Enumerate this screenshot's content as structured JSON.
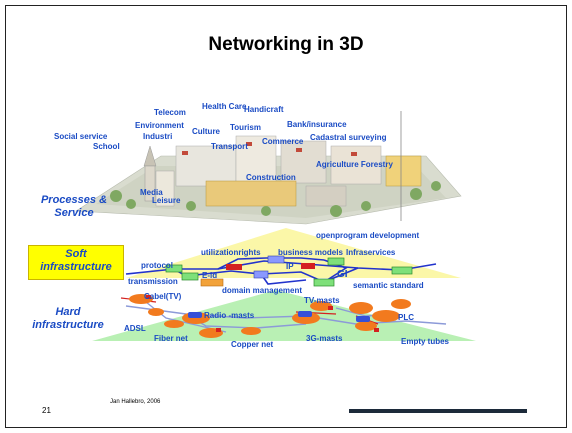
{
  "title": "Networking in 3D",
  "service_labels": {
    "telecom": "Telecom",
    "health_care": "Health Care",
    "handicraft": "Handicraft",
    "environment": "Environment",
    "culture": "Culture",
    "tourism": "Tourism",
    "bank_insurance": "Bank/insurance",
    "social_service": "Social service",
    "industri": "Industri",
    "cadastral_surveying": "Cadastral  surveying",
    "school": "School",
    "transport": "Transport",
    "commerce": "Commerce",
    "agriculture_forestry": "Agriculture Forestry",
    "construction": "Construction",
    "media": "Media",
    "leisure": "Leisure"
  },
  "section_labels": {
    "processes_line1": "Processes &",
    "processes_line2": "Service",
    "soft_line1": "Soft",
    "soft_line2": "infrastructure",
    "hard_line1": "Hard",
    "hard_line2": "infrastructure"
  },
  "soft_labels": {
    "openprogram": "openprogram development",
    "utilizationrights": "utilizationrights",
    "business_models": "business models",
    "infraservices": "Infraservices",
    "protocol": "protocol",
    "ip": "IP",
    "eid": "E-id",
    "gi": "GI",
    "transmission": "transmission",
    "semantic_standard": "semantic  standard",
    "domain_management": "domain management"
  },
  "hard_labels": {
    "cabel_tv": "Cabel(TV)",
    "tv_masts": "TV-masts",
    "radio_masts": "Radio -masts",
    "plc": "PLC",
    "adsl": "ADSL",
    "fiber_net": "Fiber net",
    "copper_net": "Copper  net",
    "threeg_masts": "3G-masts",
    "empty_tubes": "Empty tubes"
  },
  "footer": {
    "page_number": "21",
    "author": "Jan Hallebro,  2006"
  },
  "colors": {
    "label_blue": "#1a4bc4",
    "soft_box_yellow": "#ffff00",
    "soft_layer_fill": "#fbf7a8",
    "hard_layer_fill": "#b9f0b4",
    "network_line": "#2233cc",
    "hard_node_orange": "#f27a1e"
  }
}
